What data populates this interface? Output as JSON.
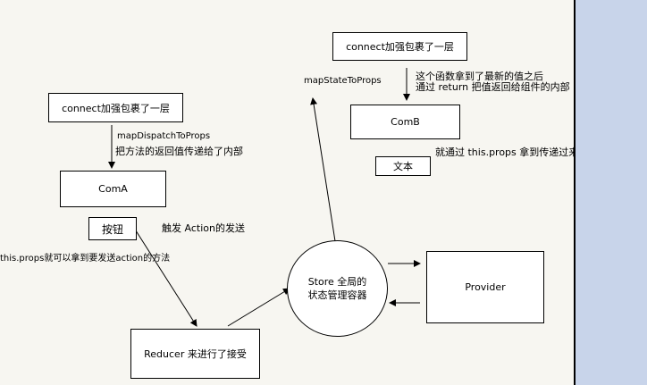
{
  "nodes": {
    "connect_top": "connect加强包裹了一层",
    "connect_left": "connect加强包裹了一层",
    "comb": "ComB",
    "text_box": "文本",
    "coma": "ComA",
    "button": "按钮",
    "store_line1": "Store 全局的",
    "store_line2": "状态管理容器",
    "provider": "Provider",
    "reducer": "Reducer 来进行了接受"
  },
  "labels": {
    "map_state": "mapStateToProps",
    "comb_note_line1": "这个函数拿到了最新的值之后",
    "comb_note_line2": "通过 return 把值返回给组件的内部",
    "comb_props_note": "就通过 this.props 拿到传递过来的数据了",
    "map_dispatch": "mapDispatchToProps",
    "map_dispatch_note": "把方法的返回值传递给了内部",
    "trigger_action": "触发 Action的发送",
    "props_note": "this.props就可以拿到要发送action的方法"
  },
  "colors": {
    "side_panel": "#c8d4ea",
    "canvas": "#f7f6f1"
  }
}
